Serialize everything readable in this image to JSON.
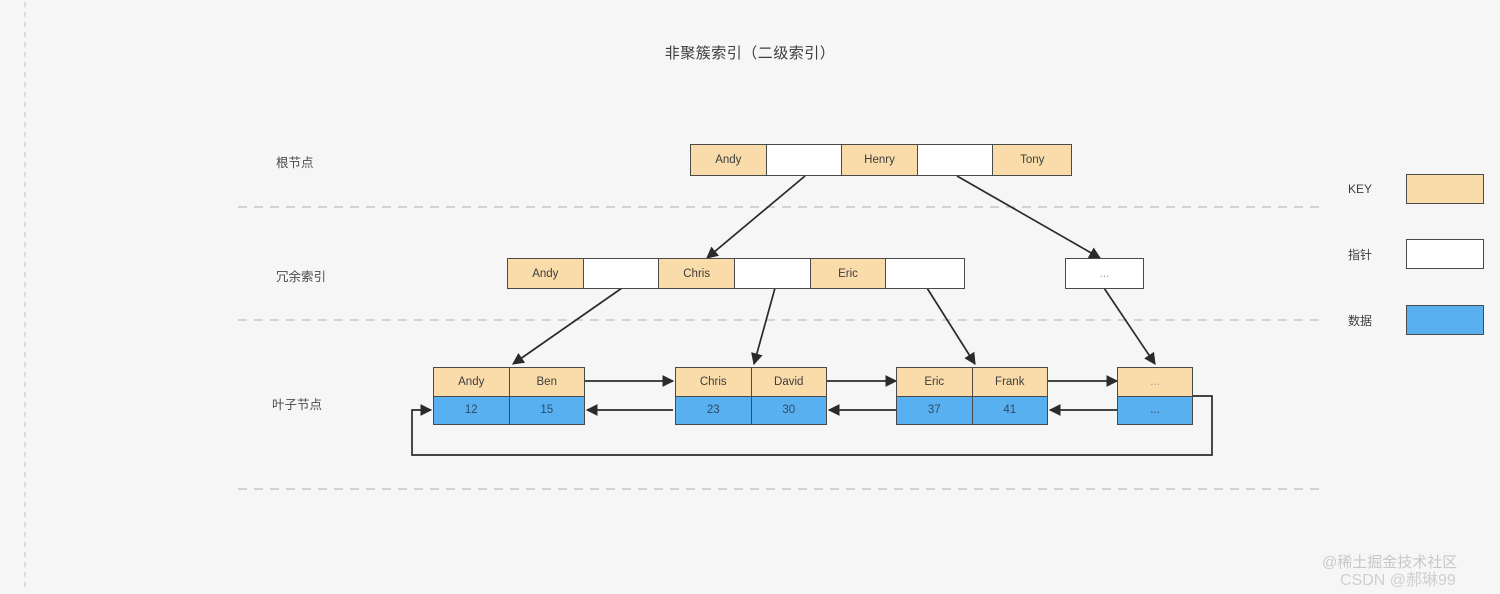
{
  "title": "非聚簇索引（二级索引）",
  "row_labels": {
    "root": "根节点",
    "redundant": "冗余索引",
    "leaf": "叶子节点"
  },
  "legend": {
    "items": [
      {
        "label": "KEY",
        "color": "#fadcab",
        "swatch": "key"
      },
      {
        "label": "指针",
        "color": "#ffffff",
        "swatch": "ptr"
      },
      {
        "label": "数据",
        "color": "#59b0f0",
        "swatch": "data"
      }
    ]
  },
  "colors": {
    "key": "#fadcab",
    "pointer": "#ffffff",
    "data": "#59b0f0",
    "border": "#4a4a4a",
    "background": "#f6f6f6",
    "text": "#3d3d3d"
  },
  "tree": {
    "root": {
      "cells": [
        {
          "type": "key",
          "label": "Andy"
        },
        {
          "type": "ptr",
          "label": ""
        },
        {
          "type": "key",
          "label": "Henry"
        },
        {
          "type": "ptr",
          "label": ""
        },
        {
          "type": "key",
          "label": "Tony"
        }
      ]
    },
    "redundant": [
      {
        "cells": [
          {
            "type": "key",
            "label": "Andy"
          },
          {
            "type": "ptr",
            "label": ""
          },
          {
            "type": "key",
            "label": "Chris"
          },
          {
            "type": "ptr",
            "label": ""
          },
          {
            "type": "key",
            "label": "Eric"
          },
          {
            "type": "ptr",
            "label": ""
          }
        ]
      },
      {
        "cells": [
          {
            "type": "ptr",
            "label": "..."
          }
        ]
      }
    ],
    "leaves": [
      {
        "keys": [
          "Andy",
          "Ben"
        ],
        "data": [
          "12",
          "15"
        ]
      },
      {
        "keys": [
          "Chris",
          "David"
        ],
        "data": [
          "23",
          "30"
        ]
      },
      {
        "keys": [
          "Eric",
          "Frank"
        ],
        "data": [
          "37",
          "41"
        ]
      },
      {
        "keys": [
          "..."
        ],
        "data": [
          "..."
        ]
      }
    ]
  },
  "watermarks": {
    "juejin": "@稀土掘金技术社区",
    "csdn": "CSDN @郝琳99"
  }
}
